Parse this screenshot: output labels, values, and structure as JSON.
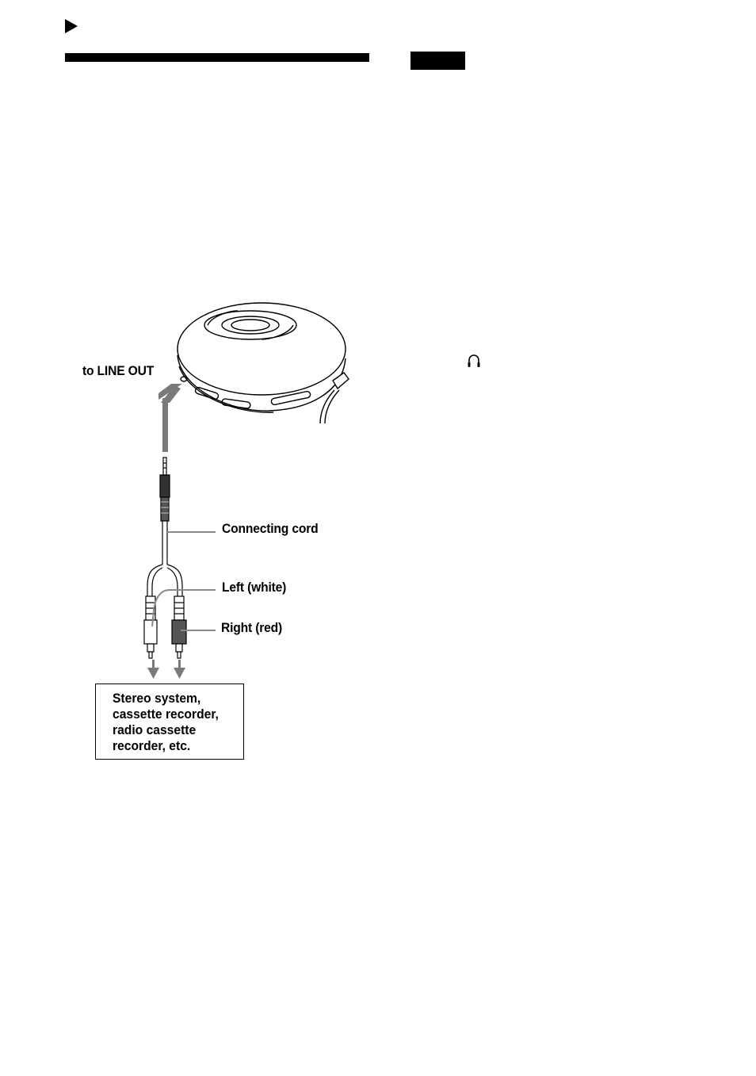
{
  "labels": {
    "to_line_out": "to LINE OUT",
    "connecting_cord": "Connecting cord",
    "left_white": "Left (white)",
    "right_red": "Right (red)"
  },
  "destination_box": {
    "lines": [
      "Stereo system,",
      "cassette recorder,",
      "radio cassette",
      "recorder, etc."
    ]
  },
  "icons": {
    "section_marker": "play-triangle-icon",
    "headphones": "headphones-icon"
  },
  "colors": {
    "arrow_gray": "#7a7a7a",
    "leader_gray": "#8a8a8a",
    "ink": "#000000"
  }
}
